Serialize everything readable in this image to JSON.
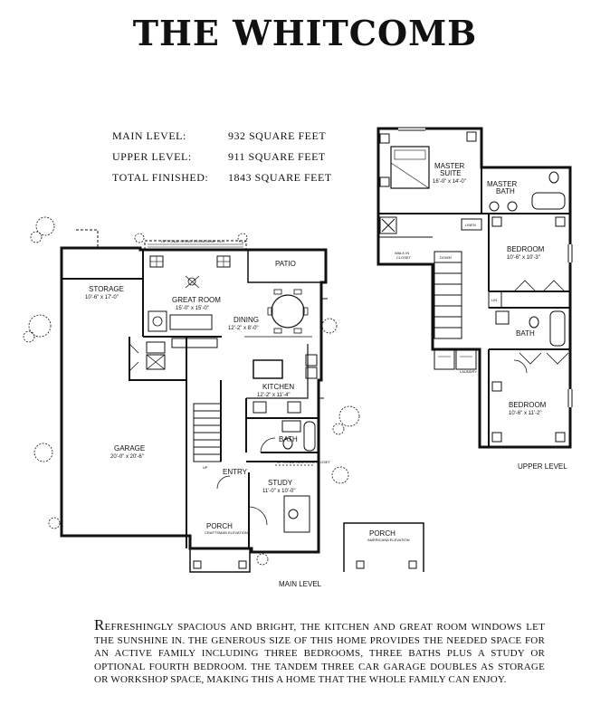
{
  "title": "THE WHITCOMB",
  "stats": [
    {
      "label": "MAIN LEVEL:",
      "value": "932 SQUARE FEET"
    },
    {
      "label": "UPPER LEVEL:",
      "value": "911 SQUARE FEET"
    },
    {
      "label": "TOTAL FINISHED:",
      "value": "1843 SQUARE FEET"
    }
  ],
  "main_level": {
    "caption": "MAIN LEVEL",
    "rooms": {
      "storage": {
        "name": "STORAGE",
        "dims": "10'-6\" x 17'-0\""
      },
      "great_room": {
        "name": "GREAT ROOM",
        "dims": "15'-0\" x 15'-0\""
      },
      "dining": {
        "name": "DINING",
        "dims": "12'-2\" x 8'-0\""
      },
      "kitchen": {
        "name": "KITCHEN",
        "dims": "12'-2\" x 11'-4\""
      },
      "garage": {
        "name": "GARAGE",
        "dims": "20'-0\" x 20'-6\""
      },
      "bath": {
        "name": "BATH"
      },
      "entry": {
        "name": "ENTRY"
      },
      "study": {
        "name": "STUDY",
        "dims": "11'-0\" x 10'-0\""
      },
      "patio": {
        "name": "PATIO"
      },
      "porch": {
        "name": "PORCH",
        "note": "CRAFTSMAN ELEVATION"
      },
      "porch_alt": {
        "name": "PORCH",
        "note": "AMERICANA ELEVATION"
      }
    },
    "notes": {
      "optional": "OPTIONAL GREAT ROOM BUMP OUT",
      "study_option": "OPTIONAL BEDROOM CLOSET",
      "up": "UP"
    }
  },
  "upper_level": {
    "caption": "UPPER LEVEL",
    "rooms": {
      "master_suite": {
        "name1": "MASTER",
        "name2": "SUITE",
        "dims": "16'-0\" x 14'-0\""
      },
      "master_bath": {
        "name1": "MASTER",
        "name2": "BATH"
      },
      "bedroom1": {
        "name": "BEDROOM",
        "dims": "10'-6\" x 10'-3\""
      },
      "bedroom2": {
        "name": "BEDROOM",
        "dims": "10'-6\" x 11'-2\""
      },
      "bath": {
        "name": "BATH"
      },
      "walk_in_closet": {
        "name1": "WALK IN",
        "name2": "CLOSET"
      },
      "linen": "LINEN",
      "lin": "LIN",
      "down": "DOWN",
      "laundry": "LAUNDRY"
    }
  },
  "description": {
    "first_letter": "R",
    "text": "EFRESHINGLY SPACIOUS AND BRIGHT, THE KITCHEN AND GREAT ROOM WINDOWS LET THE SUNSHINE IN. THE GENEROUS SIZE OF THIS HOME PROVIDES THE NEEDED SPACE FOR AN ACTIVE FAMILY INCLUDING THREE BEDROOMS, THREE BATHS PLUS A STUDY OR OPTIONAL FOURTH BEDROOM. THE TANDEM THREE CAR GARAGE DOUBLES AS STORAGE OR WORKSHOP SPACE, MAKING THIS A HOME THAT THE WHOLE FAMILY CAN ENJOY."
  }
}
